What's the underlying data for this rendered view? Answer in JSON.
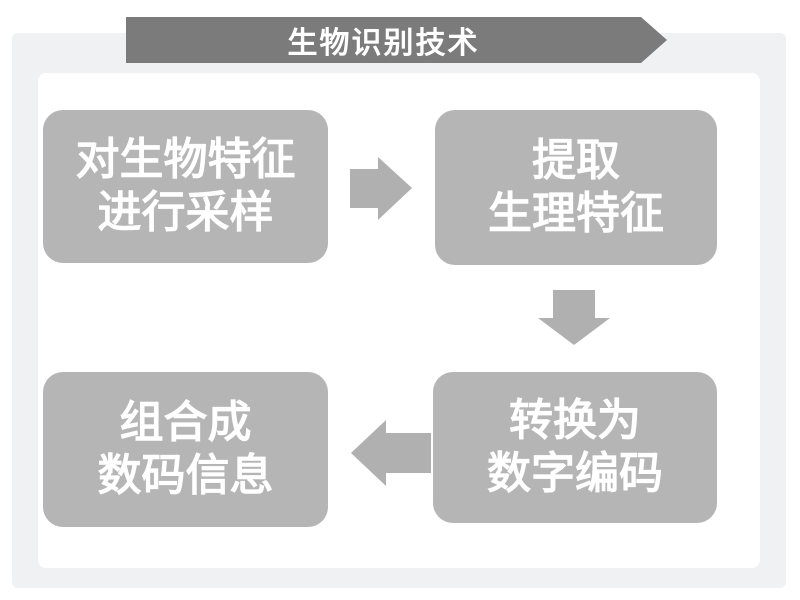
{
  "diagram": {
    "title": "生物识别技术",
    "colors": {
      "banner": "#7b7b7b",
      "box": "#b5b5b5",
      "arrow": "#b0b0b0",
      "frame": "#f0f1f2",
      "panel": "#ffffff",
      "text": "#ffffff"
    },
    "boxes": [
      {
        "id": "sample",
        "position": "top-left",
        "lines": [
          "对生物特征",
          "进行采样"
        ]
      },
      {
        "id": "extract",
        "position": "top-right",
        "lines": [
          "提取",
          "生理特征"
        ]
      },
      {
        "id": "convert",
        "position": "bottom-right",
        "lines": [
          "转换为",
          "数字编码"
        ]
      },
      {
        "id": "combine",
        "position": "bottom-left",
        "lines": [
          "组合成",
          "数码信息"
        ]
      }
    ],
    "arrows": [
      {
        "from": "sample",
        "to": "extract",
        "direction": "right"
      },
      {
        "from": "extract",
        "to": "convert",
        "direction": "down"
      },
      {
        "from": "convert",
        "to": "combine",
        "direction": "left"
      }
    ]
  }
}
